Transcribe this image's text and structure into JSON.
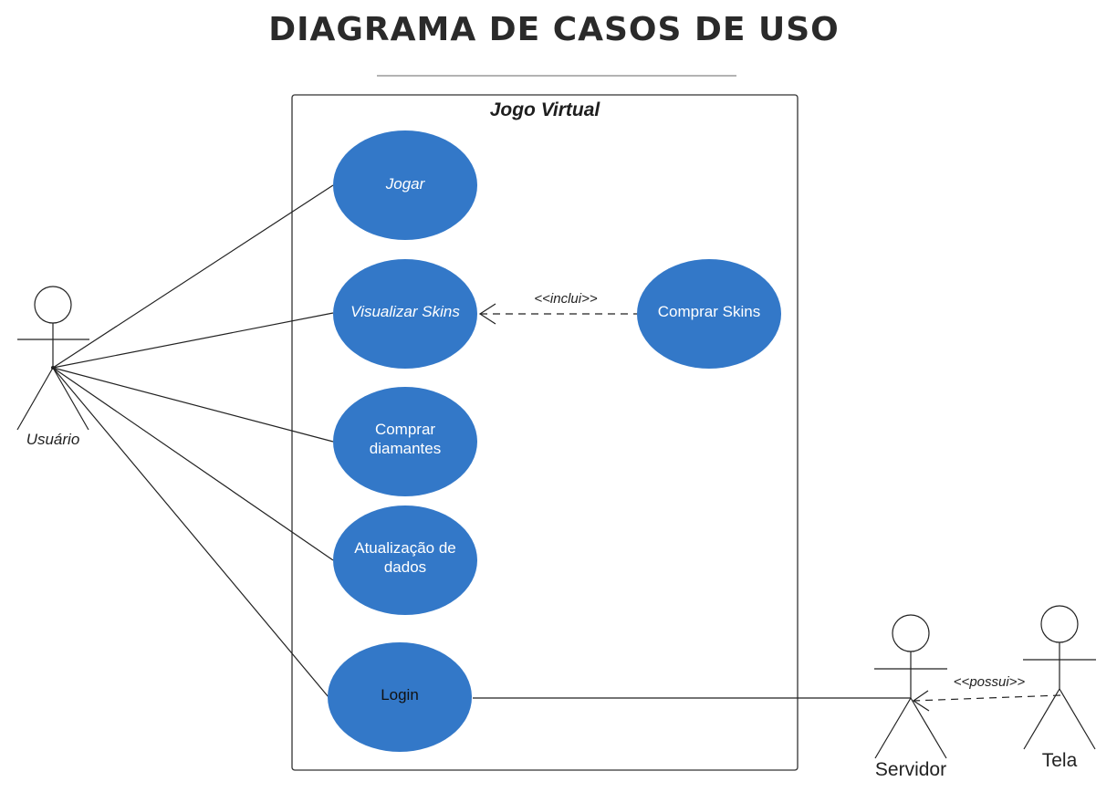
{
  "diagram": {
    "title": "DIAGRAMA DE CASOS DE USO",
    "system_name": "Jogo Virtual",
    "use_case_color": "#3378c8",
    "use_cases": {
      "jogar": {
        "lines": [
          "Jogar"
        ]
      },
      "visualizar_skins": {
        "lines": [
          "Visualizar Skins"
        ]
      },
      "comprar_skins": {
        "lines": [
          "Comprar Skins"
        ]
      },
      "comprar_diamantes": {
        "lines": [
          "Comprar",
          "diamantes"
        ]
      },
      "atualizacao_dados": {
        "lines": [
          "Atualização de",
          "dados"
        ]
      },
      "login": {
        "lines": [
          "Login"
        ]
      }
    },
    "actors": {
      "usuario": "Usuário",
      "servidor": "Servidor",
      "tela": "Tela"
    },
    "relationships": {
      "inclui": "<<inclui>>",
      "possui": "<<possui>>"
    }
  }
}
